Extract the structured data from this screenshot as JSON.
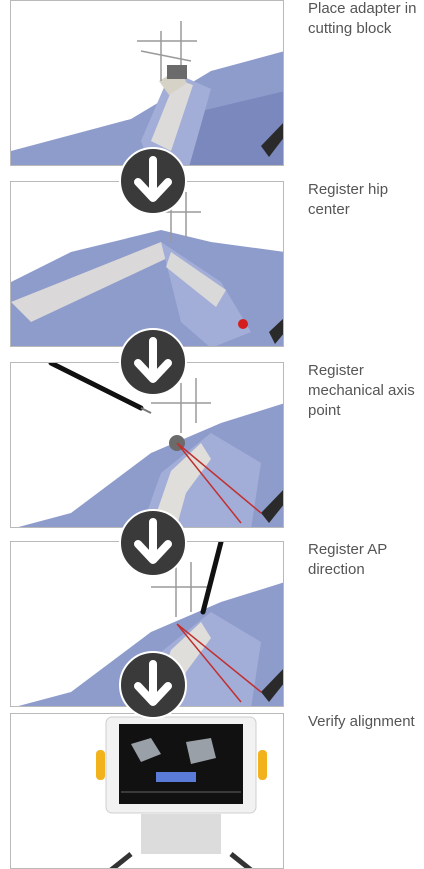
{
  "steps": [
    {
      "label": "Place adapter in cutting block",
      "image": "leg-with-cutting-block-adapter"
    },
    {
      "label": "Register hip center",
      "image": "leg-with-hip-center-marker"
    },
    {
      "label": "Register mechanical axis point",
      "image": "leg-with-pointer-and-axis-lines"
    },
    {
      "label": "Register AP direction",
      "image": "leg-with-ap-pointer"
    },
    {
      "label": "Verify alignment",
      "image": "navigation-monitor-screen"
    }
  ],
  "arrow_icon": "down-arrow-icon",
  "colors": {
    "leg": "#8e9ccc",
    "bone": "#e7e3da",
    "arrow_circle": "#3a3a3a",
    "marker": "#d41e1e",
    "axis_line": "#c03030",
    "monitor_accent": "#f2b21c"
  }
}
